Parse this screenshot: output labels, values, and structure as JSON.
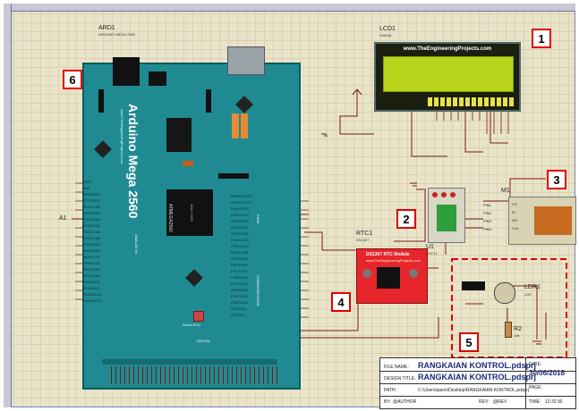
{
  "arduino": {
    "ref": "ARD1",
    "model": "ARDUINO MEGA 2560",
    "board_title": "Arduino Mega 2560",
    "board_url": "www.TheEngineeringProjects.com",
    "chip_label": "ATMEGA2560",
    "chip_sub": "16AU 1126",
    "section_analog": "ANALOG IN",
    "section_comm": "COMMUNICATION",
    "section_pwm": "PWM",
    "section_digital": "DIGITAL",
    "reset_label": "Reset BTN",
    "left_net": "A1",
    "left_pins": [
      "AREF",
      "GND",
      "PE0/RXD0",
      "PE1/TXD0",
      "PE4/OC3B",
      "PE5/OC3C",
      "PG5/OC0B",
      "PE3/OC3A",
      "PH3/OC4A",
      "PH4/OC4B",
      "PH5/OC4C",
      "PH6/OC2B",
      "PB4/OC2A",
      "PB5/OC1A",
      "PB6/OC1B",
      "PB7/OC0A",
      "PK0/ADC8",
      "PK1/ADC9",
      "PK2/ADC10",
      "PK3/ADC11"
    ],
    "right_pins": [
      "PB5/PCINT5",
      "PB4/PCINT4",
      "PH6/OC2B",
      "PH5/OC4C",
      "PH4/OC4B",
      "PH3/OC4A",
      "PE3/OC3A",
      "PG5/OC0B",
      "PE5/OC3C",
      "PE4/OC3B",
      "PE1/TXD0",
      "PE0/RXD0",
      "PJ1/TXD3",
      "PJ0/RXD3",
      "PH1/TXD2",
      "PH0/RXD2",
      "PD3/TXD1",
      "PD2/RXD1",
      "PD1/SDA",
      "PD0/SCL"
    ]
  },
  "lcd": {
    "ref": "LCD1",
    "model": "LM016L",
    "url_text": "www.TheEngineeringProjects.com"
  },
  "rtc": {
    "ref": "RTC1",
    "model": "DS1307",
    "board_title": "DS1307 RTC Module",
    "board_url": "www.TheEngineeringProjects.com"
  },
  "sensor_u1": {
    "ref": "U1",
    "model": "DHT11"
  },
  "sd_card": {
    "ref": "M1",
    "pins": [
      "PIN1",
      "PIN2",
      "PIN3",
      "PIN4"
    ],
    "sub_labels": [
      "CS",
      "DI",
      "DO",
      "CLK"
    ]
  },
  "ldr": {
    "ref": "LDR1",
    "model": "LDR",
    "resistor_ref": "R2",
    "resistor_val": "10k"
  },
  "annotations": [
    "1",
    "2",
    "3",
    "4",
    "5",
    "6"
  ],
  "title_block": {
    "file_name_label": "FILE NAME:",
    "file_name": "RANGKAIAN KONTROL.pdsprj",
    "design_title_label": "DESIGN TITLE:",
    "design_title": "RANGKAIAN KONTROL.pdsprj",
    "path_label": "PATH:",
    "path": "C:\\Users\\jason\\Desktop\\RANGKAIAN KONTROL.pdsprj",
    "by_label": "BY:",
    "by": "@AUTHOR",
    "rev_label": "REV:",
    "rev": "@REV",
    "date_label": "DATE:",
    "date": "30/06/2018",
    "page_label": "PAGE:",
    "time_label": "TIME:",
    "time": "12:32:30"
  },
  "colors": {
    "sheet": "#e9e4c9",
    "board": "#1f8a91",
    "lcd_screen": "#b9d51e",
    "rtc_board": "#e6262a",
    "wire": "#7a1a1a",
    "annotation": "#e00000"
  }
}
